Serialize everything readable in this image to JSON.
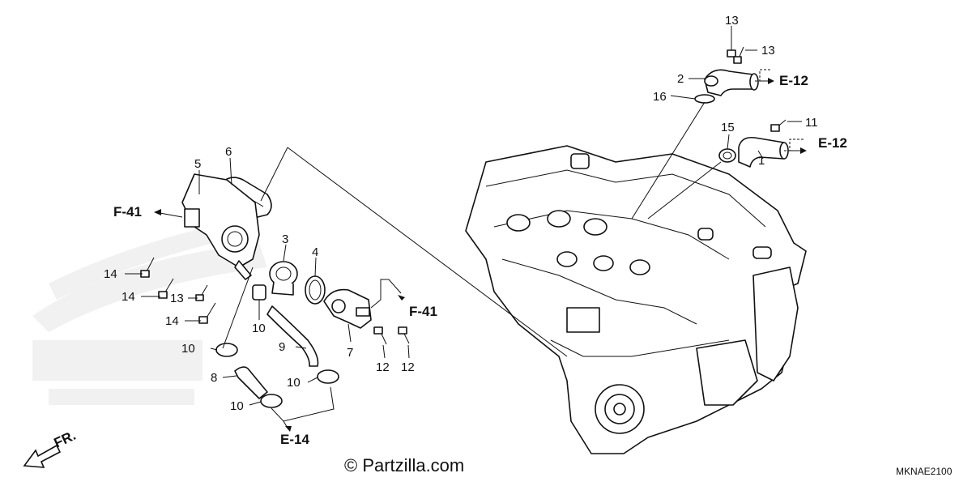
{
  "diagram_code": "MKNAE2100",
  "watermark": "© Partzilla.com",
  "front_indicator": "FR.",
  "part_labels": {
    "p1": "1",
    "p2": "2",
    "p3": "3",
    "p4": "4",
    "p5": "5",
    "p6": "6",
    "p7": "7",
    "p8": "8",
    "p9": "9",
    "p10a": "10",
    "p10b": "10",
    "p10c": "10",
    "p10d": "10",
    "p11": "11",
    "p12a": "12",
    "p12b": "12",
    "p13a": "13",
    "p13b": "13",
    "p13c": "13",
    "p14a": "14",
    "p14b": "14",
    "p14c": "14",
    "p15": "15",
    "p16": "16"
  },
  "reference_labels": {
    "e12_top": "E-12",
    "e12_mid": "E-12",
    "f41_left": "F-41",
    "f41_right": "F-41",
    "e14": "E-14"
  }
}
